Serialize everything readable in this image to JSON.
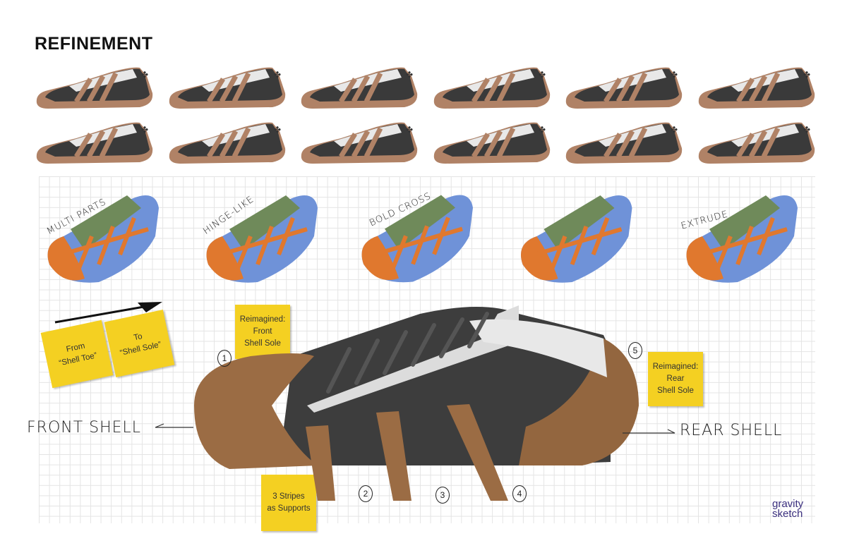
{
  "title": "REFINEMENT",
  "thumbnails": {
    "row_count": 2,
    "per_row": 6
  },
  "concepts": [
    {
      "label": "MULTI PARTS"
    },
    {
      "label": "HINGE-LIKE"
    },
    {
      "label": "BOLD CROSS"
    },
    {
      "label": ""
    },
    {
      "label": "EXTRUDE"
    }
  ],
  "notes": {
    "from": [
      "From",
      "“Shell Toe”"
    ],
    "to": [
      "To",
      "“Shell Sole”"
    ],
    "front": [
      "Reimagined:",
      "Front",
      "Shell Sole"
    ],
    "rear": [
      "Reimagined:",
      "Rear",
      "Shell Sole"
    ],
    "stripes": [
      "3 Stripes",
      "as Supports"
    ]
  },
  "callouts": {
    "front_shell": "FRONT SHELL",
    "rear_shell": "REAR SHELL"
  },
  "numbers": [
    "1",
    "2",
    "3",
    "4",
    "5"
  ],
  "logo": [
    "gravity",
    "sketch"
  ],
  "colors": {
    "sticky": "#f4d022",
    "shell": "#a87850",
    "upper": "#3a3a3a",
    "concept_blue": "#6f92d8",
    "concept_orange": "#e0782e",
    "concept_green": "#6f8a5a",
    "logo": "#3a2f7e"
  }
}
